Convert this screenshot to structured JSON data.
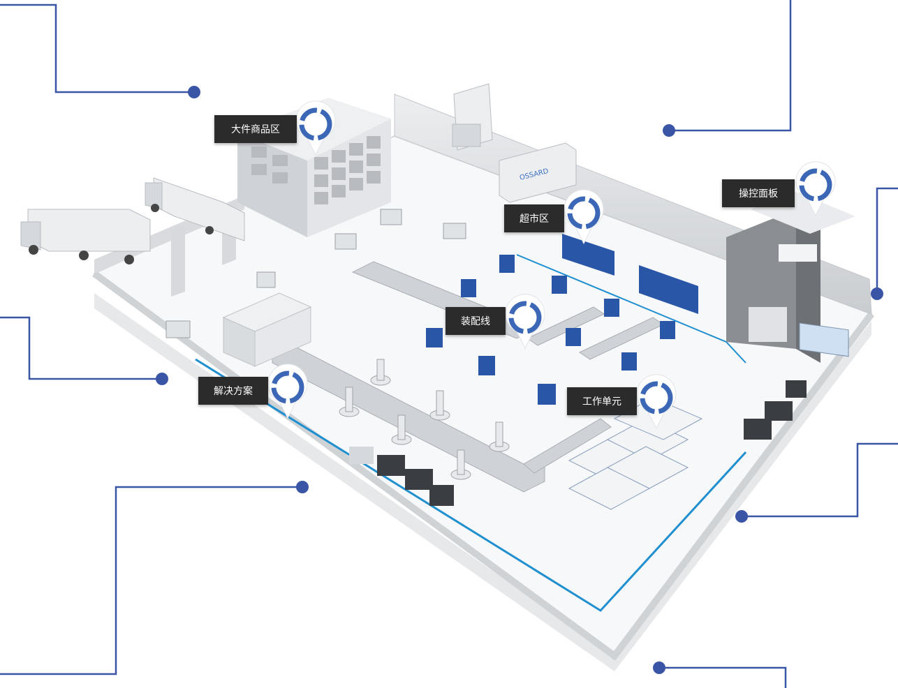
{
  "labels": [
    {
      "id": "bulk-goods-zone",
      "text": "大件商品区"
    },
    {
      "id": "supermarket-zone",
      "text": "超市区"
    },
    {
      "id": "control-panel",
      "text": "操控面板"
    },
    {
      "id": "assembly-line",
      "text": "装配线"
    },
    {
      "id": "solution",
      "text": "解决方案"
    },
    {
      "id": "work-cell",
      "text": "工作单元"
    }
  ],
  "colors": {
    "connector": "#3a55a5",
    "pin": "#3b67b6",
    "floor_line": "#1f8fd0",
    "label_bg": "#2b2b2b",
    "bin_blue": "#2a56a8",
    "wall": "#dfe1e4"
  }
}
